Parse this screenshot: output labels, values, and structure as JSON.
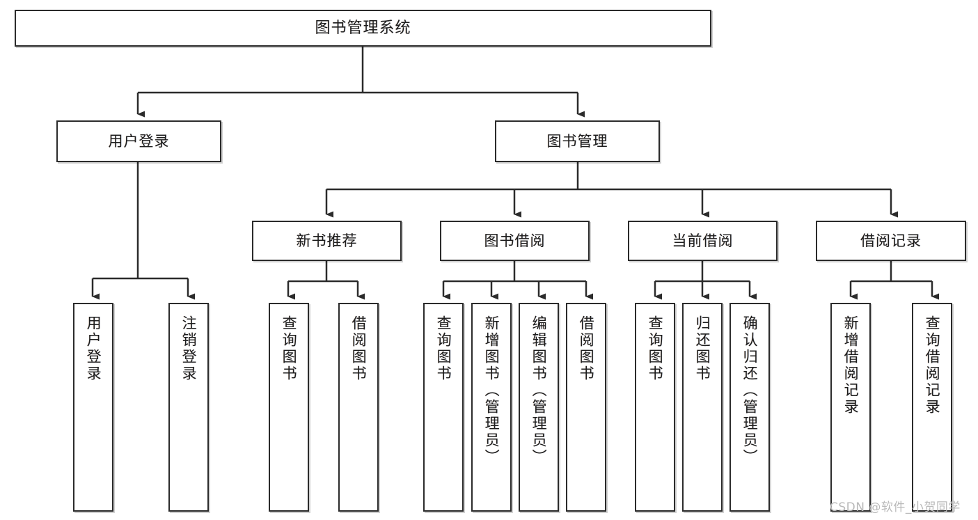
{
  "diagram": {
    "type": "tree",
    "title": "图书管理系统",
    "watermark": "CSDN @软件_小贺同学",
    "colors": {
      "box_border": "#2b2b2b",
      "box_fill": "#ffffff",
      "text": "#1d1d1d",
      "edge": "#2b2b2b",
      "watermark": "#b9b9b9",
      "background": "#ffffff"
    }
  },
  "nodes": {
    "root": {
      "label": "图书管理系统"
    },
    "level2": [
      {
        "label": "用户登录"
      },
      {
        "label": "图书管理"
      }
    ],
    "level3": [
      {
        "label": "新书推荐"
      },
      {
        "label": "图书借阅"
      },
      {
        "label": "当前借阅"
      },
      {
        "label": "借阅记录"
      }
    ],
    "leaves": {
      "user_login": [
        {
          "label": "用户登录"
        },
        {
          "label": "注销登录"
        }
      ],
      "new_book_recommend": [
        {
          "label": "查询图书"
        },
        {
          "label": "借阅图书"
        }
      ],
      "book_borrow": [
        {
          "label": "查询图书"
        },
        {
          "label": "新增图书（管理员）"
        },
        {
          "label": "编辑图书（管理员）"
        },
        {
          "label": "借阅图书"
        }
      ],
      "current_borrow": [
        {
          "label": "查询图书"
        },
        {
          "label": "归还图书"
        },
        {
          "label": "确认归还（管理员）"
        }
      ],
      "borrow_record": [
        {
          "label": "新增借阅记录"
        },
        {
          "label": "查询借阅记录"
        }
      ]
    }
  }
}
